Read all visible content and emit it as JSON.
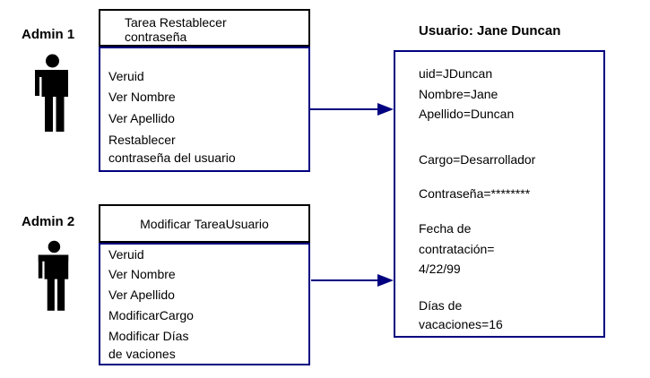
{
  "colors": {
    "accent_navy": "#000080",
    "text_black": "#000000",
    "background": "#ffffff"
  },
  "admins": [
    {
      "label": "Admin 1"
    },
    {
      "label": "Admin 2"
    }
  ],
  "tasks": [
    {
      "title_lines": [
        "Tarea Restablecer",
        "contraseña"
      ],
      "rows": [
        "Veruid",
        "Ver Nombre",
        "Ver Apellido",
        "Restablecer",
        "contraseña del usuario"
      ]
    },
    {
      "title_lines": [
        "Modificar TareaUsuario"
      ],
      "rows": [
        "Veruid",
        "Ver Nombre",
        "Ver Apellido",
        "ModificarCargo",
        "Modificar Días",
        "de vaciones"
      ]
    }
  ],
  "user": {
    "title": "Usuario: Jane Duncan",
    "lines": [
      "uid=JDuncan",
      "Nombre=Jane",
      "Apellido=Duncan",
      "Cargo=Desarrollador",
      "Contraseña=********",
      "Fecha de",
      "contratación=",
      "4/22/99",
      "Días de",
      "vacaciones=16"
    ]
  },
  "icons": [
    {
      "name": "admin1-person-icon",
      "glyph": "standing-person"
    },
    {
      "name": "admin2-person-icon",
      "glyph": "standing-person"
    },
    {
      "name": "arrow-right-icon",
      "glyph": "filled-triangle-right"
    }
  ],
  "arrows": [
    {
      "from": "task-reset-password",
      "to": "user-record"
    },
    {
      "from": "task-modify-user",
      "to": "user-record"
    }
  ]
}
